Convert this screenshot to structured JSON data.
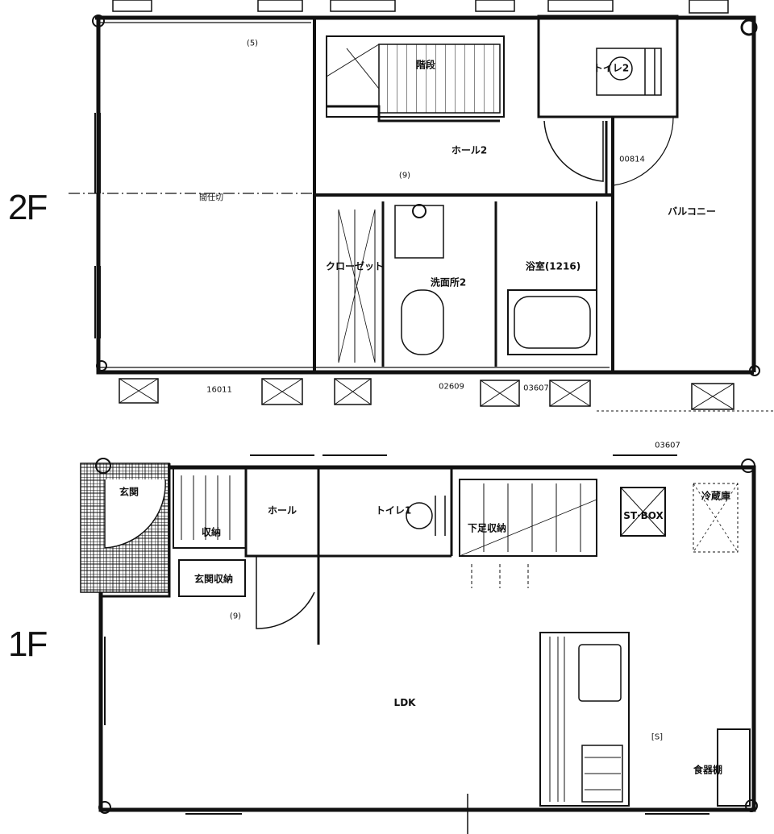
{
  "floors": {
    "second": {
      "label": "2F",
      "rooms": {
        "hall": "ホール2",
        "toilet": "トイレ2",
        "balcony": "バルコニー",
        "washroom": "洗面所2",
        "bath": "浴室(1216)",
        "closet": "クローゼット",
        "stairs": "階段"
      },
      "tags": {
        "room_mark": "(5)",
        "hall_mark": "(9)",
        "partition": "間仕切",
        "window_a": "16011",
        "window_b": "02609",
        "window_c": "03607",
        "door": "00814"
      }
    },
    "first": {
      "label": "1F",
      "rooms": {
        "ldk": "LDK",
        "hall": "ホール",
        "toilet": "トイレ1",
        "under_storage": "下足収納",
        "entrance": "玄関",
        "entrance_storage": "玄関収納",
        "storage": "収納",
        "pantry": "食器棚",
        "unit": "ST·BOX",
        "fridge": "冷蔵庫"
      },
      "tags": {
        "ldk_mark": "[S]",
        "hall_mark": "(9)",
        "window_a": "03607"
      }
    }
  }
}
